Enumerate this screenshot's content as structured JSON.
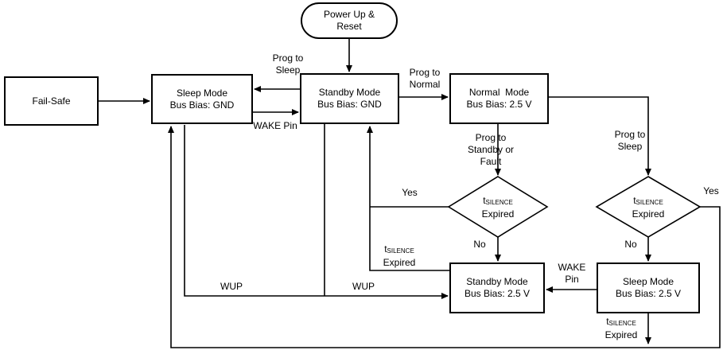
{
  "nodes": {
    "power_up": {
      "line1": "Power Up &",
      "line2": "Reset"
    },
    "fail_safe": {
      "line1": "Fail-Safe"
    },
    "sleep_gnd": {
      "line1": "Sleep Mode",
      "line2": "Bus Bias: GND"
    },
    "standby_gnd": {
      "line1": "Standby Mode",
      "line2": "Bus Bias: GND"
    },
    "normal": {
      "line1": "Normal  Mode",
      "line2": "Bus Bias: 2.5 V"
    },
    "standby_25": {
      "line1": "Standby Mode",
      "line2": "Bus Bias: 2.5 V"
    },
    "sleep_25": {
      "line1": "Sleep Mode",
      "line2": "Bus Bias: 2.5 V"
    },
    "decision_center": {
      "t": "t",
      "sub": "SILENCE",
      "line2": "Expired"
    },
    "decision_right": {
      "t": "t",
      "sub": "SILENCE",
      "line2": "Expired"
    }
  },
  "labels": {
    "prog_to_sleep_top": {
      "line1": "Prog to",
      "line2": "Sleep"
    },
    "prog_to_normal": {
      "line1": "Prog to",
      "line2": "Normal"
    },
    "wake_pin_top": "WAKE Pin",
    "prog_to_standby_fault": {
      "line1": "Prog to",
      "line2": "Standby or",
      "line3": "Fault"
    },
    "prog_to_sleep_right": {
      "line1": "Prog to",
      "line2": "Sleep"
    },
    "yes_center": "Yes",
    "yes_right": "Yes",
    "no_center": "No",
    "no_right": "No",
    "tsilence_mid": {
      "t": "t",
      "sub": "SILENCE",
      "line2": "Expired"
    },
    "tsilence_bottom": {
      "t": "t",
      "sub": "SILENCE",
      "line2": "Expired"
    },
    "wake_pin_bottom": {
      "line1": "WAKE",
      "line2": "Pin"
    },
    "wup_left": "WUP",
    "wup_right": "WUP"
  },
  "colors": {
    "stroke": "#000000",
    "background": "#ffffff",
    "text": "#000000"
  }
}
